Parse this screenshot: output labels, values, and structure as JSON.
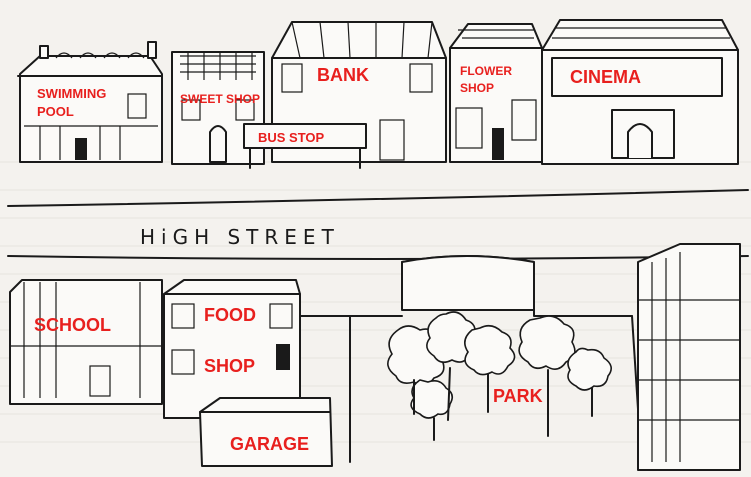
{
  "street_name": "HiGH   STREET",
  "labels": {
    "swimming_pool_line1": "SWIMMING",
    "swimming_pool_line2": "POOL",
    "sweet_shop": "SWEET SHOP",
    "bank": "BANK",
    "flower_shop_line1": "FLOWER",
    "flower_shop_line2": "SHOP",
    "cinema": "CINEMA",
    "bus_stop": "BUS STOP",
    "school": "SCHOOL",
    "food_shop_line1": "FOOD",
    "food_shop_line2": "SHOP",
    "garage": "GARAGE",
    "park": "PARK"
  },
  "colors": {
    "label": "#e8201e",
    "ink": "#1a1a1a",
    "paper": "#f4f2ee"
  }
}
